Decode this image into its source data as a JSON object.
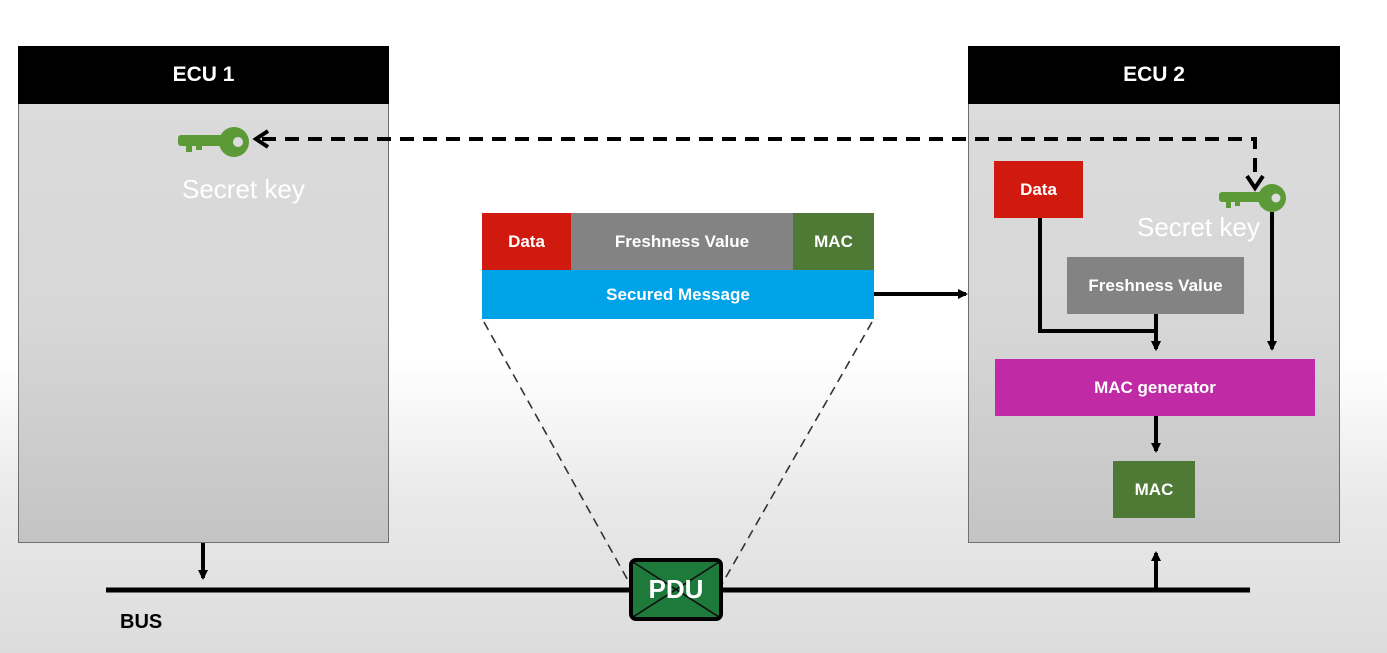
{
  "ecu1": {
    "title": "ECU 1",
    "key_label": "Secret key"
  },
  "ecu2": {
    "title": "ECU 2",
    "data_label": "Data",
    "key_label": "Secret key",
    "freshness_label": "Freshness Value",
    "mac_generator_label": "MAC generator",
    "mac_label": "MAC"
  },
  "message": {
    "data_label": "Data",
    "freshness_label": "Freshness Value",
    "mac_label": "MAC",
    "secured_label": "Secured Message"
  },
  "pdu_label": "PDU",
  "bus_label": "BUS",
  "colors": {
    "data": "#d0190f",
    "freshness": "#838383",
    "mac": "#4e7a35",
    "secured": "#00a2e8",
    "mac_generator": "#c02aa4",
    "key": "#5c9a38",
    "pdu": "#1e7a3a"
  },
  "icons": {
    "key": "key-icon",
    "envelope": "envelope-icon"
  }
}
